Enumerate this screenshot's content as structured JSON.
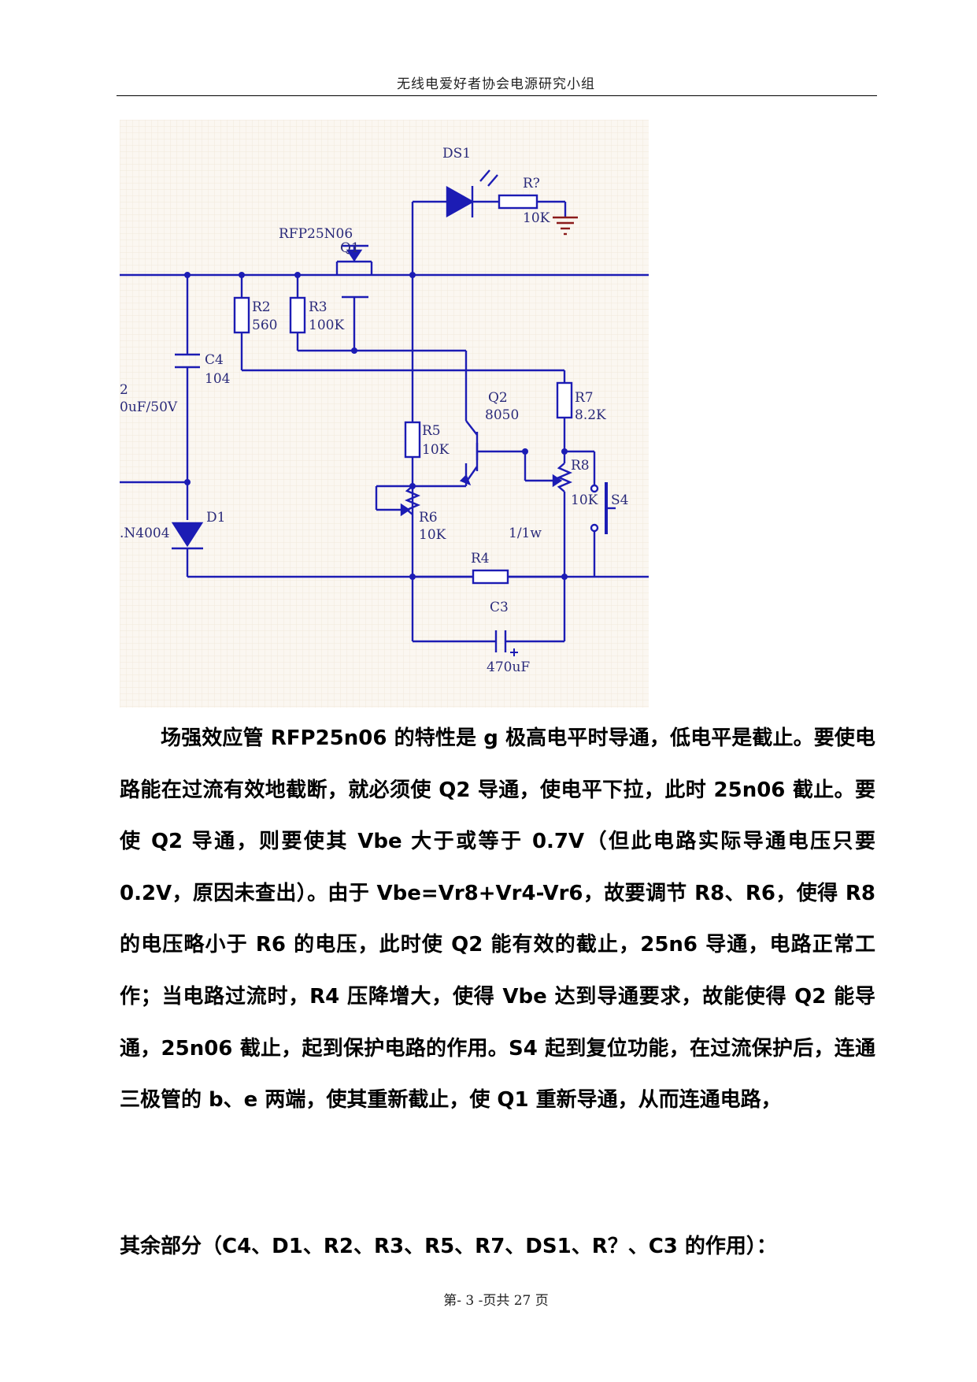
{
  "header": {
    "title": "无线电爱好者协会电源研究小组"
  },
  "schematic": {
    "labels": {
      "ds1": "DS1",
      "r_unknown": "R?",
      "r_unknown_value": "10K",
      "q1_part": "RFP25N06",
      "q1": "Q1",
      "r2": "R2",
      "r2_value": "560",
      "r3": "R3",
      "r3_value": "100K",
      "c4": "C4",
      "c4_value": "104",
      "c2_fragment": "2",
      "c2_value_fragment": "0uF/50V",
      "q2": "Q2",
      "q2_part": "8050",
      "r7": "R7",
      "r7_value": "8.2K",
      "r5": "R5",
      "r5_value": "10K",
      "r8": "R8",
      "r8_value": "10K",
      "s4": "S4",
      "d1": "D1",
      "d1_part_fragment": ".N4004",
      "r6": "R6",
      "r6_value": "10K",
      "r4": "R4",
      "r4_value": "1/1w",
      "c3": "C3",
      "c3_value": "470uF"
    },
    "colors": {
      "wire": "#1c1cb4",
      "ground": "#8b1a1a",
      "grid": "#f6efe6"
    }
  },
  "body": {
    "paragraph": "场强效应管 RFP25n06 的特性是 g 极高电平时导通，低电平是截止。要使电路能在过流有效地截断，就必须使 Q2 导通，使电平下拉，此时 25n06 截止。要使 Q2 导通，则要使其 Vbe 大于或等于 0.7V（但此电路实际导通电压只要 0.2V，原因未查出）。由于 Vbe=Vr8+Vr4-Vr6，故要调节 R8、R6，使得 R8 的电压略小于 R6 的电压，此时使 Q2 能有效的截止，25n6 导通，电路正常工作；当电路过流时，R4 压降增大，使得 Vbe 达到导通要求，故能使得 Q2 能导通，25n06 截止，起到保护电路的作用。S4 起到复位功能，在过流保护后，连通三极管的 b、e 两端，使其重新截止，使 Q1 重新导通，从而连通电路，",
    "section_heading": "其余部分（C4、D1、R2、R3、R5、R7、DS1、R？、C3 的作用）："
  },
  "footer": {
    "page": "第- 3 -页共 27 页"
  }
}
